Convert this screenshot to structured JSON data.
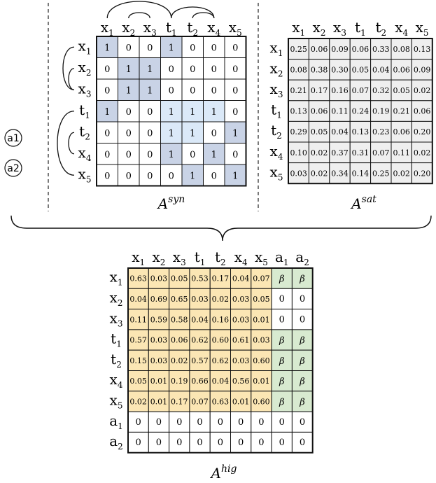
{
  "colors": {
    "syn_identity": "#c9d3e6",
    "syn_light": "#dbe9f8",
    "syn_dark": "#c8d2e5",
    "sat_bg": "#efefef",
    "hig_word": "#fbe6b4",
    "hig_aspect": "#d8ead0",
    "white": "#ffffff",
    "border": "#111111"
  },
  "anchors": [
    {
      "label": "a1"
    },
    {
      "label": "a2"
    }
  ],
  "word_headers": [
    {
      "base": "x",
      "sub": "1"
    },
    {
      "base": "x",
      "sub": "2"
    },
    {
      "base": "x",
      "sub": "3"
    },
    {
      "base": "t",
      "sub": "1"
    },
    {
      "base": "t",
      "sub": "2"
    },
    {
      "base": "x",
      "sub": "4"
    },
    {
      "base": "x",
      "sub": "5"
    }
  ],
  "aspect_headers": [
    {
      "base": "a",
      "sub": "1"
    },
    {
      "base": "a",
      "sub": "2"
    }
  ],
  "syn": {
    "caption_base": "A",
    "caption_sup": "syn",
    "values": [
      [
        "1",
        "0",
        "0",
        "1",
        "0",
        "0",
        "0"
      ],
      [
        "0",
        "1",
        "1",
        "0",
        "0",
        "0",
        "0"
      ],
      [
        "0",
        "1",
        "1",
        "0",
        "0",
        "0",
        "0"
      ],
      [
        "1",
        "0",
        "0",
        "1",
        "1",
        "1",
        "0"
      ],
      [
        "0",
        "0",
        "0",
        "1",
        "1",
        "0",
        "1"
      ],
      [
        "0",
        "0",
        "0",
        "1",
        "0",
        "1",
        "0"
      ],
      [
        "0",
        "0",
        "0",
        "0",
        "1",
        "0",
        "1"
      ]
    ],
    "shade": [
      [
        "d",
        "w",
        "w",
        "d",
        "w",
        "w",
        "w"
      ],
      [
        "w",
        "d",
        "d",
        "w",
        "w",
        "w",
        "w"
      ],
      [
        "w",
        "d",
        "d",
        "w",
        "w",
        "w",
        "w"
      ],
      [
        "d",
        "w",
        "w",
        "l",
        "l",
        "l",
        "w"
      ],
      [
        "w",
        "w",
        "w",
        "l",
        "l",
        "w",
        "d"
      ],
      [
        "w",
        "w",
        "w",
        "d",
        "w",
        "d",
        "w"
      ],
      [
        "w",
        "w",
        "w",
        "w",
        "d",
        "w",
        "d"
      ]
    ]
  },
  "sat": {
    "caption_base": "A",
    "caption_sup": "sat",
    "values": [
      [
        "0.25",
        "0.06",
        "0.09",
        "0.06",
        "0.33",
        "0.08",
        "0.13"
      ],
      [
        "0.08",
        "0.38",
        "0.30",
        "0.05",
        "0.04",
        "0.06",
        "0.09"
      ],
      [
        "0.21",
        "0.17",
        "0.16",
        "0.07",
        "0.32",
        "0.05",
        "0.02"
      ],
      [
        "0.13",
        "0.06",
        "0.11",
        "0.24",
        "0.19",
        "0.21",
        "0.06"
      ],
      [
        "0.29",
        "0.05",
        "0.04",
        "0.13",
        "0.23",
        "0.06",
        "0.20"
      ],
      [
        "0.10",
        "0.02",
        "0.37",
        "0.31",
        "0.07",
        "0.11",
        "0.02"
      ],
      [
        "0.03",
        "0.02",
        "0.34",
        "0.14",
        "0.25",
        "0.02",
        "0.20"
      ]
    ]
  },
  "hig": {
    "caption_base": "A",
    "caption_sup": "hig",
    "values": [
      [
        "0.63",
        "0.03",
        "0.05",
        "0.53",
        "0.17",
        "0.04",
        "0.07",
        "β",
        "β"
      ],
      [
        "0.04",
        "0.69",
        "0.65",
        "0.03",
        "0.02",
        "0.03",
        "0.05",
        "0",
        "0"
      ],
      [
        "0.11",
        "0.59",
        "0.58",
        "0.04",
        "0.16",
        "0.03",
        "0.01",
        "0",
        "0"
      ],
      [
        "0.57",
        "0.03",
        "0.06",
        "0.62",
        "0.60",
        "0.61",
        "0.03",
        "β",
        "β"
      ],
      [
        "0.15",
        "0.03",
        "0.02",
        "0.57",
        "0.62",
        "0.03",
        "0.60",
        "β",
        "β"
      ],
      [
        "0.05",
        "0.01",
        "0.19",
        "0.66",
        "0.04",
        "0.56",
        "0.01",
        "β",
        "β"
      ],
      [
        "0.02",
        "0.01",
        "0.17",
        "0.07",
        "0.63",
        "0.01",
        "0.60",
        "β",
        "β"
      ],
      [
        "0",
        "0",
        "0",
        "0",
        "0",
        "0",
        "0",
        "0",
        "0"
      ],
      [
        "0",
        "0",
        "0",
        "0",
        "0",
        "0",
        "0",
        "0",
        "0"
      ]
    ]
  },
  "top_arcs": [
    [
      0,
      3
    ],
    [
      1,
      2
    ],
    [
      3,
      5
    ],
    [
      4,
      5
    ]
  ],
  "left_arcs": [
    [
      0,
      2
    ],
    [
      1,
      2
    ],
    [
      3,
      6
    ],
    [
      4,
      5
    ]
  ]
}
